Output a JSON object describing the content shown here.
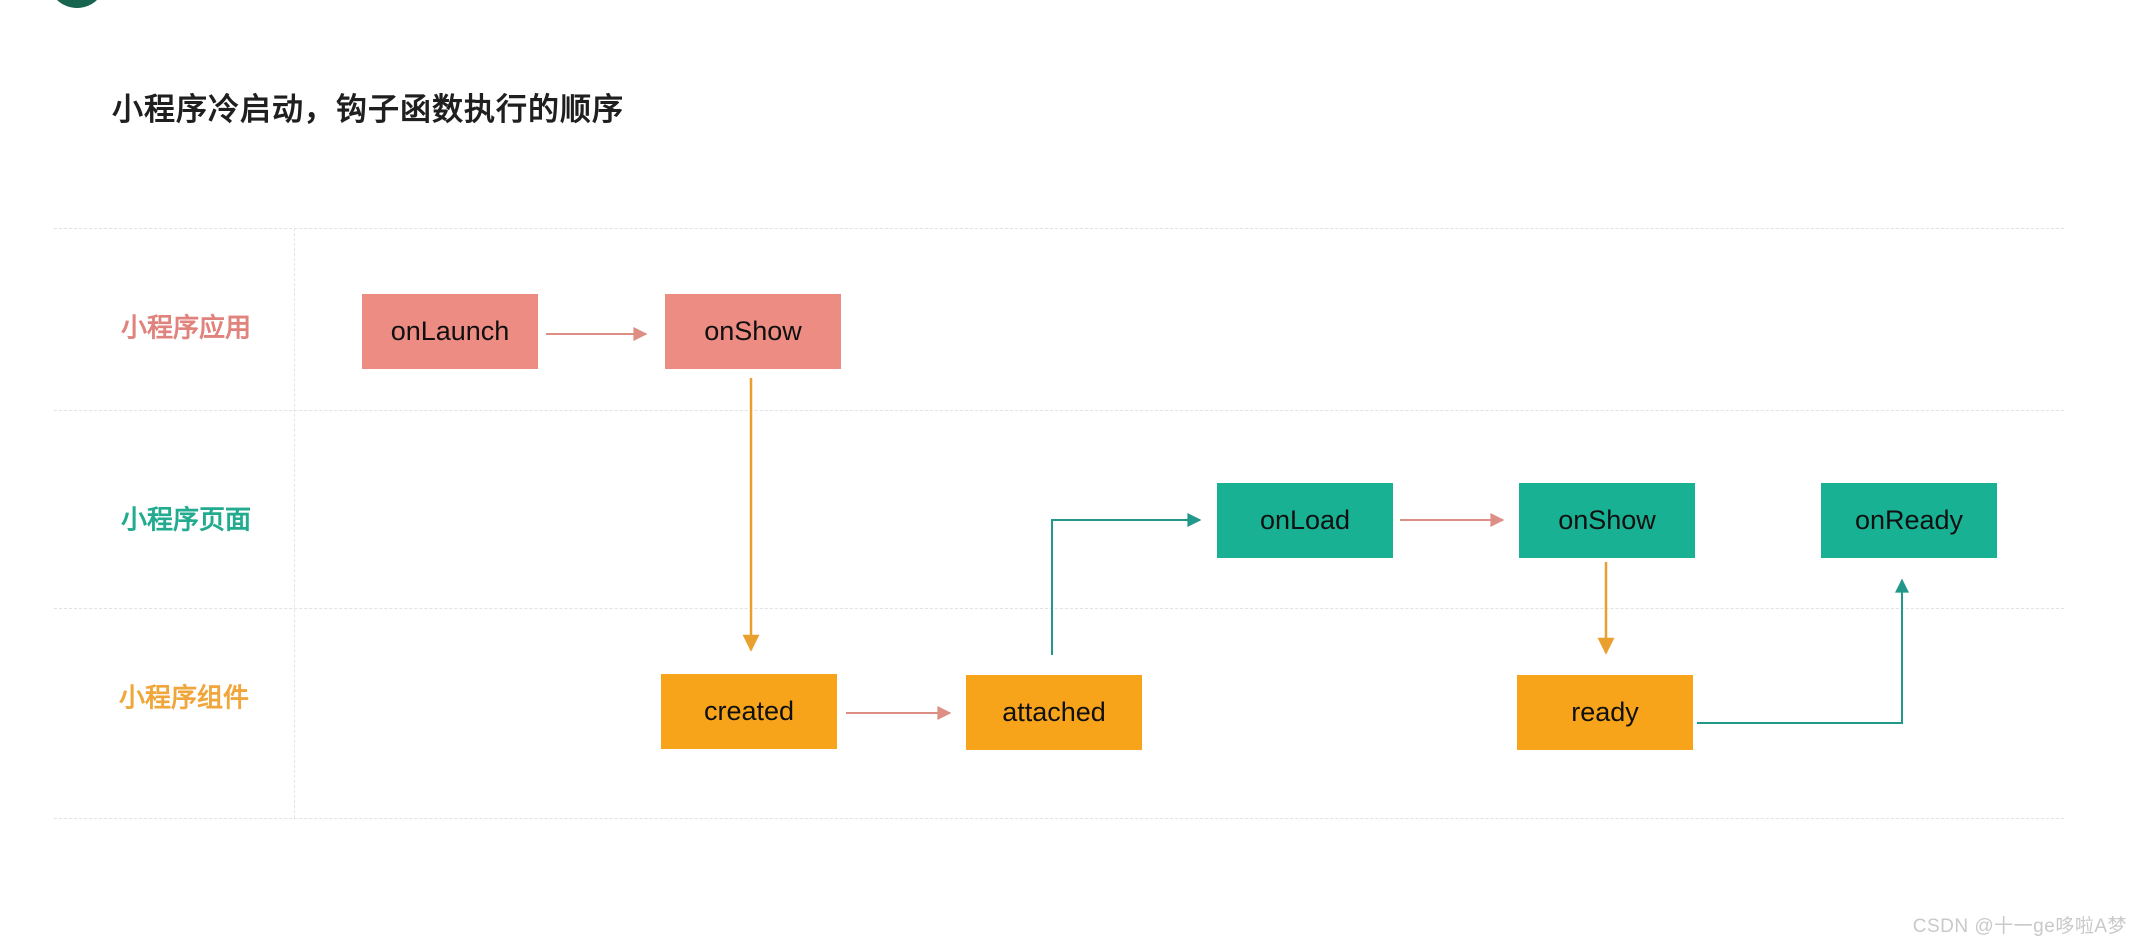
{
  "page": {
    "title": "小程序冷启动，钩子函数执行的顺序",
    "watermark": "CSDN @十一ge哆啦A梦"
  },
  "rows": [
    {
      "id": "app",
      "label": "小程序应用",
      "label_color": "#e0837c"
    },
    {
      "id": "page",
      "label": "小程序页面",
      "label_color": "#22ab8f"
    },
    {
      "id": "component",
      "label": "小程序组件",
      "label_color": "#f0a63a"
    }
  ],
  "nodes": [
    {
      "id": "onLaunch",
      "label": "onLaunch",
      "row": "小程序应用"
    },
    {
      "id": "onShow-app",
      "label": "onShow",
      "row": "小程序应用"
    },
    {
      "id": "onLoad",
      "label": "onLoad",
      "row": "小程序页面"
    },
    {
      "id": "onShow-page",
      "label": "onShow",
      "row": "小程序页面"
    },
    {
      "id": "onReady",
      "label": "onReady",
      "row": "小程序页面"
    },
    {
      "id": "created",
      "label": "created",
      "row": "小程序组件"
    },
    {
      "id": "attached",
      "label": "attached",
      "row": "小程序组件"
    },
    {
      "id": "ready",
      "label": "ready",
      "row": "小程序组件"
    }
  ],
  "edges": [
    {
      "from": "onLaunch",
      "to": "onShow-app",
      "color_name": "pink"
    },
    {
      "from": "onShow-app",
      "to": "created",
      "color_name": "yellow"
    },
    {
      "from": "created",
      "to": "attached",
      "color_name": "pink"
    },
    {
      "from": "attached",
      "to": "onLoad",
      "color_name": "teal"
    },
    {
      "from": "onLoad",
      "to": "onShow-page",
      "color_name": "pink"
    },
    {
      "from": "onShow-page",
      "to": "ready",
      "color_name": "yellow"
    },
    {
      "from": "ready",
      "to": "onReady",
      "color_name": "teal"
    }
  ],
  "colors": {
    "app_box": "#ec8c82",
    "page_box": "#19b193",
    "component_box": "#f8a41b",
    "arrow_pink": "#dd8f86",
    "arrow_yellow": "#e9a02f",
    "arrow_teal": "#21988a",
    "label_app": "#e0837c",
    "label_page": "#22ab8f",
    "label_component": "#f0a63a",
    "logo_green": "#17654f"
  }
}
